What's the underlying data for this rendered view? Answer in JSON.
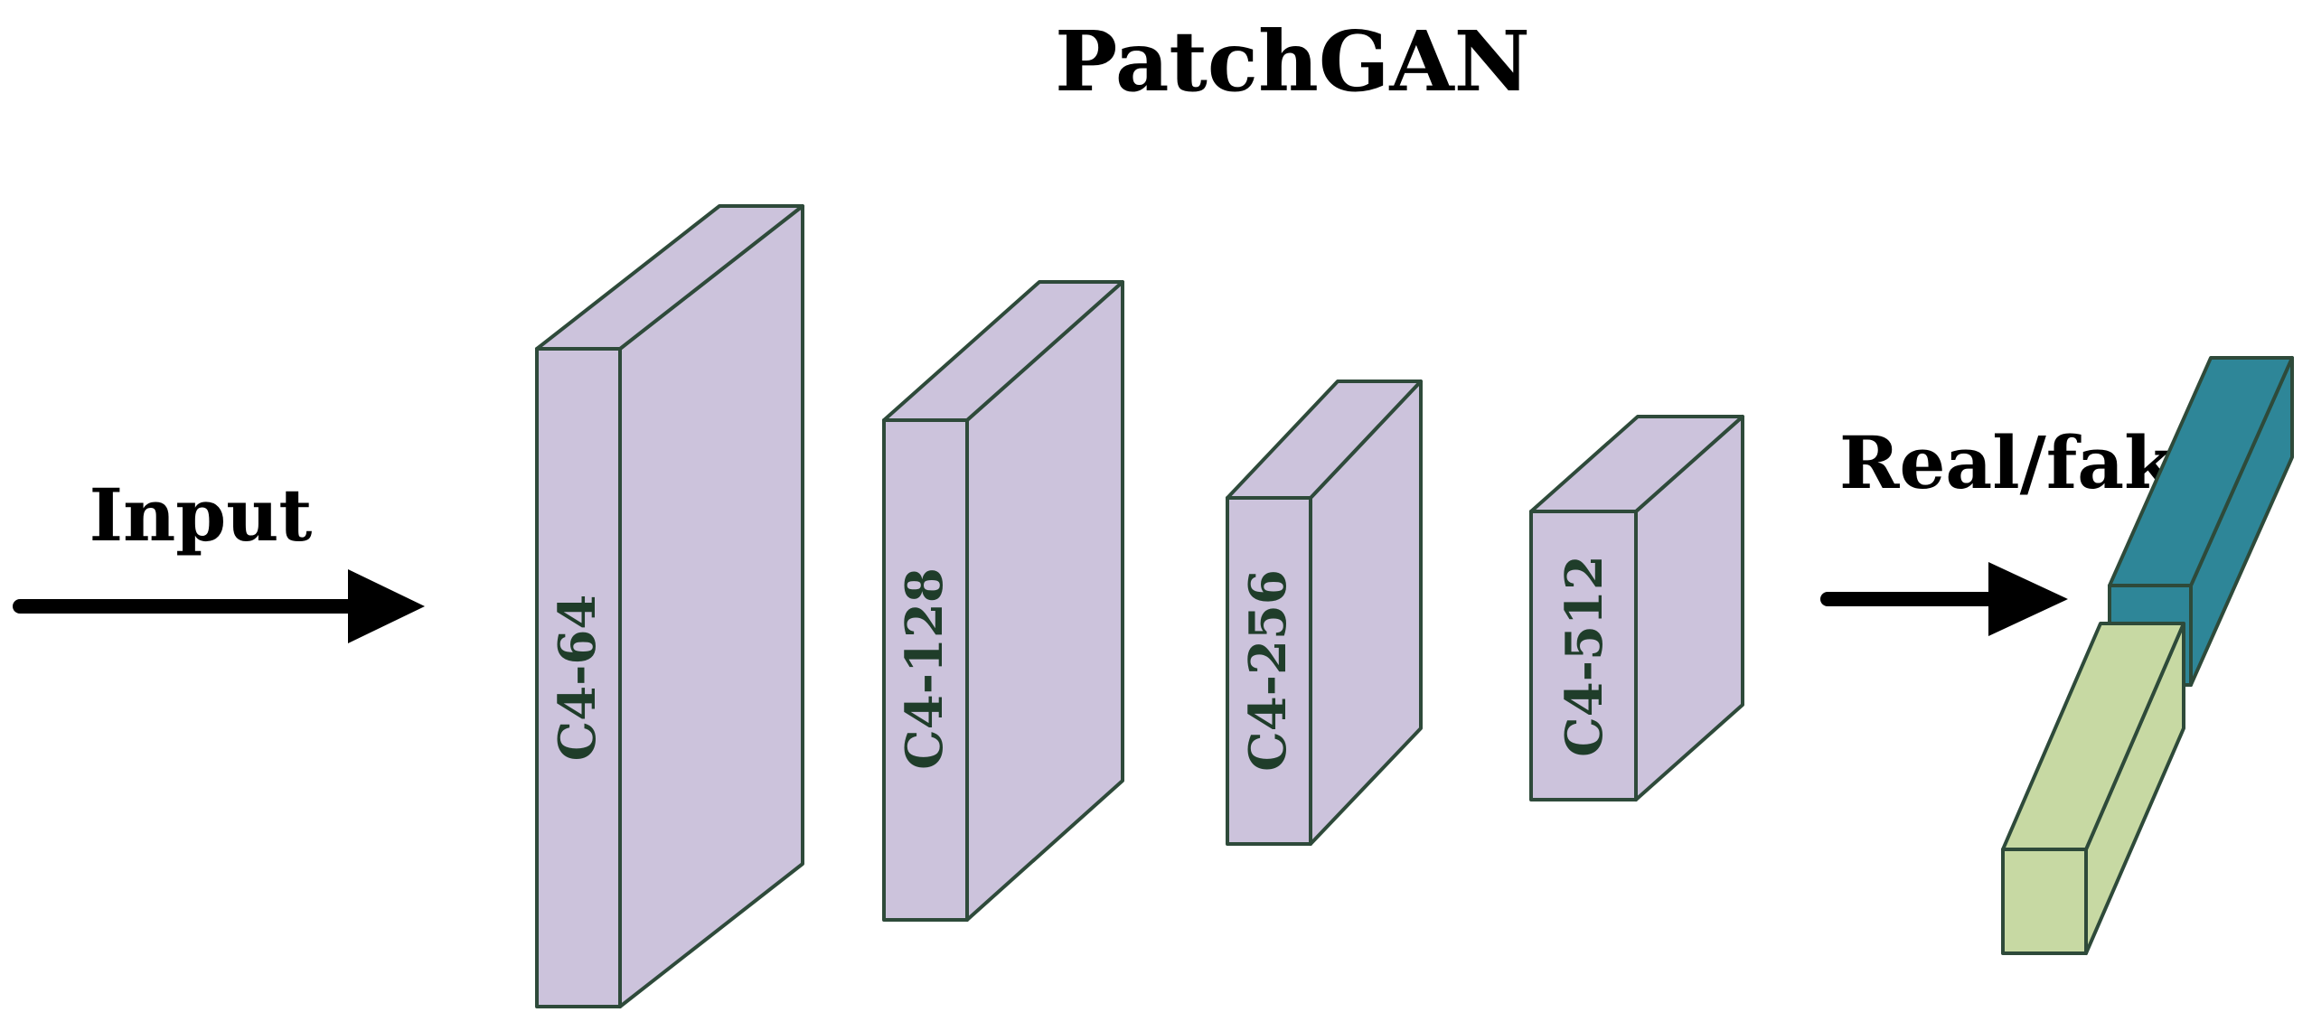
{
  "diagram": {
    "title": "PatchGAN",
    "input_label": "Input",
    "output_label": "Real/fake",
    "layers": [
      {
        "label": "C4-64"
      },
      {
        "label": "C4-128"
      },
      {
        "label": "C4-256"
      },
      {
        "label": "C4-512"
      }
    ]
  },
  "colors": {
    "layer_fill": "#ccc3dc",
    "layer_stroke": "#2e4a3a",
    "output_real": "#2e8698",
    "output_fake": "#c7d9a3",
    "arrow": "#000000"
  }
}
